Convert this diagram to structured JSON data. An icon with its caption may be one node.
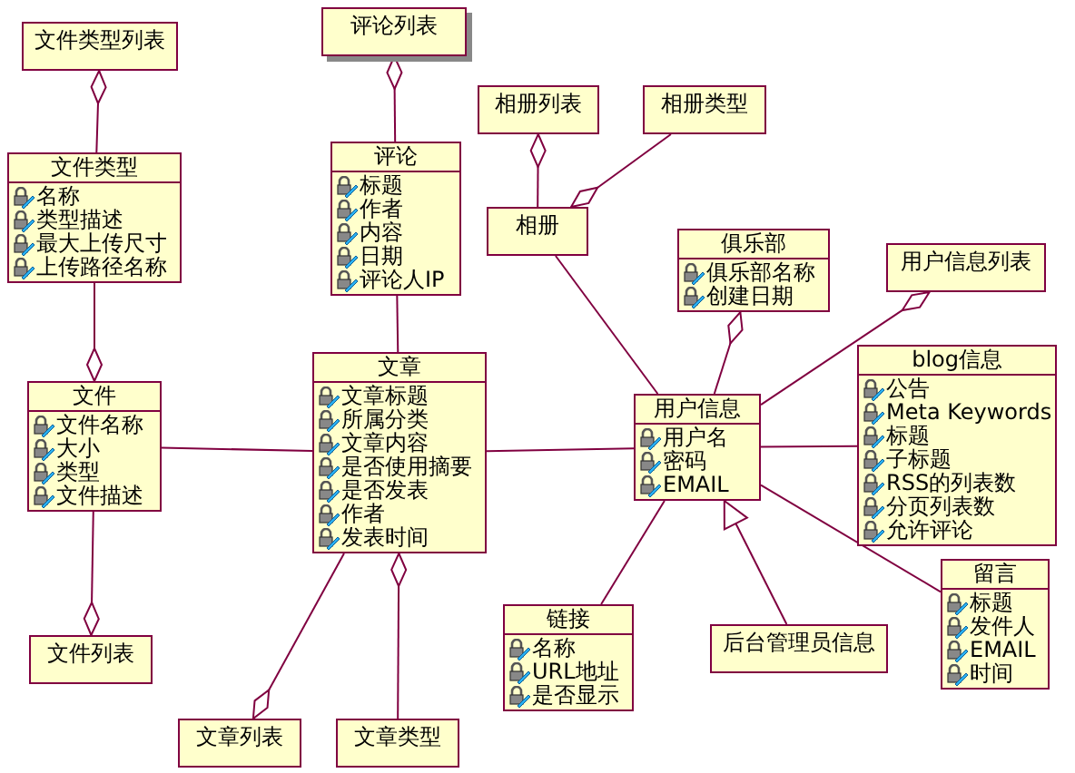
{
  "diagram": {
    "nodes": [
      {
        "text": [
          "文件类型列表"
        ]
      },
      {
        "text": [
          "评论列表"
        ]
      },
      {
        "text": [
          "相册列表"
        ]
      },
      {
        "text": [
          "相册类型"
        ]
      },
      {
        "text": [
          "文件类型",
          "名称",
          "类型描述",
          "最大上传尺寸",
          "上传路径名称"
        ]
      },
      {
        "text": [
          "评论",
          "标题",
          "作者",
          "内容",
          "日期",
          "评论人IP"
        ]
      },
      {
        "text": [
          "相册"
        ]
      },
      {
        "text": [
          "俱乐部",
          "俱乐部名称",
          "创建日期"
        ]
      },
      {
        "text": [
          "用户信息列表"
        ]
      },
      {
        "text": [
          "文件",
          "文件名称",
          "大小",
          "类型",
          "文件描述"
        ]
      },
      {
        "text": [
          "文章",
          "文章标题",
          "所属分类",
          "文章内容",
          "是否使用摘要",
          "是否发表",
          "作者",
          "发表时间"
        ]
      },
      {
        "text": [
          "用户信息",
          "用户名",
          "密码",
          "EMAIL"
        ]
      },
      {
        "text": [
          "blog信息",
          "公告",
          "Meta Keywords",
          "标题",
          "子标题",
          "RSS的列表数",
          "分页列表数",
          "允许评论"
        ]
      },
      {
        "text": [
          "链接",
          "名称",
          "URL地址",
          "是否显示"
        ]
      },
      {
        "text": [
          "后台管理员信息"
        ]
      },
      {
        "text": [
          "留言",
          "标题",
          "发件人",
          "EMAIL",
          "时间"
        ]
      },
      {
        "text": [
          "文件列表"
        ]
      },
      {
        "text": [
          "文章列表"
        ]
      },
      {
        "text": [
          "文章类型"
        ]
      }
    ],
    "edges": [
      {
        "from": 0,
        "to": 4,
        "arrow": "other"
      },
      {
        "from": 9,
        "to": 4,
        "arrow": "other"
      },
      {
        "from": 1,
        "to": 5,
        "arrow": "other"
      },
      {
        "from": 5,
        "to": 10,
        "arrow": "none"
      },
      {
        "from": 2,
        "to": 6,
        "arrow": "other"
      },
      {
        "from": 6,
        "to": 3,
        "arrow": "other"
      },
      {
        "from": 6,
        "to": 11,
        "arrow": "none"
      },
      {
        "from": 7,
        "to": 11,
        "arrow": "other"
      },
      {
        "from": 8,
        "to": 11,
        "arrow": "other"
      },
      {
        "from": 9,
        "to": 10,
        "arrow": "none"
      },
      {
        "from": 10,
        "to": 11,
        "arrow": "none"
      },
      {
        "from": 11,
        "to": 12,
        "arrow": "none"
      },
      {
        "from": 16,
        "to": 9,
        "arrow": "other"
      },
      {
        "from": 17,
        "to": 10,
        "arrow": "other"
      },
      {
        "from": 10,
        "to": 18,
        "arrow": "other"
      },
      {
        "from": 11,
        "to": 13,
        "arrow": "none"
      },
      {
        "from": 14,
        "to": 11,
        "arrow": "to"
      },
      {
        "from": 11,
        "to": 15,
        "arrow": "none"
      }
    ]
  }
}
